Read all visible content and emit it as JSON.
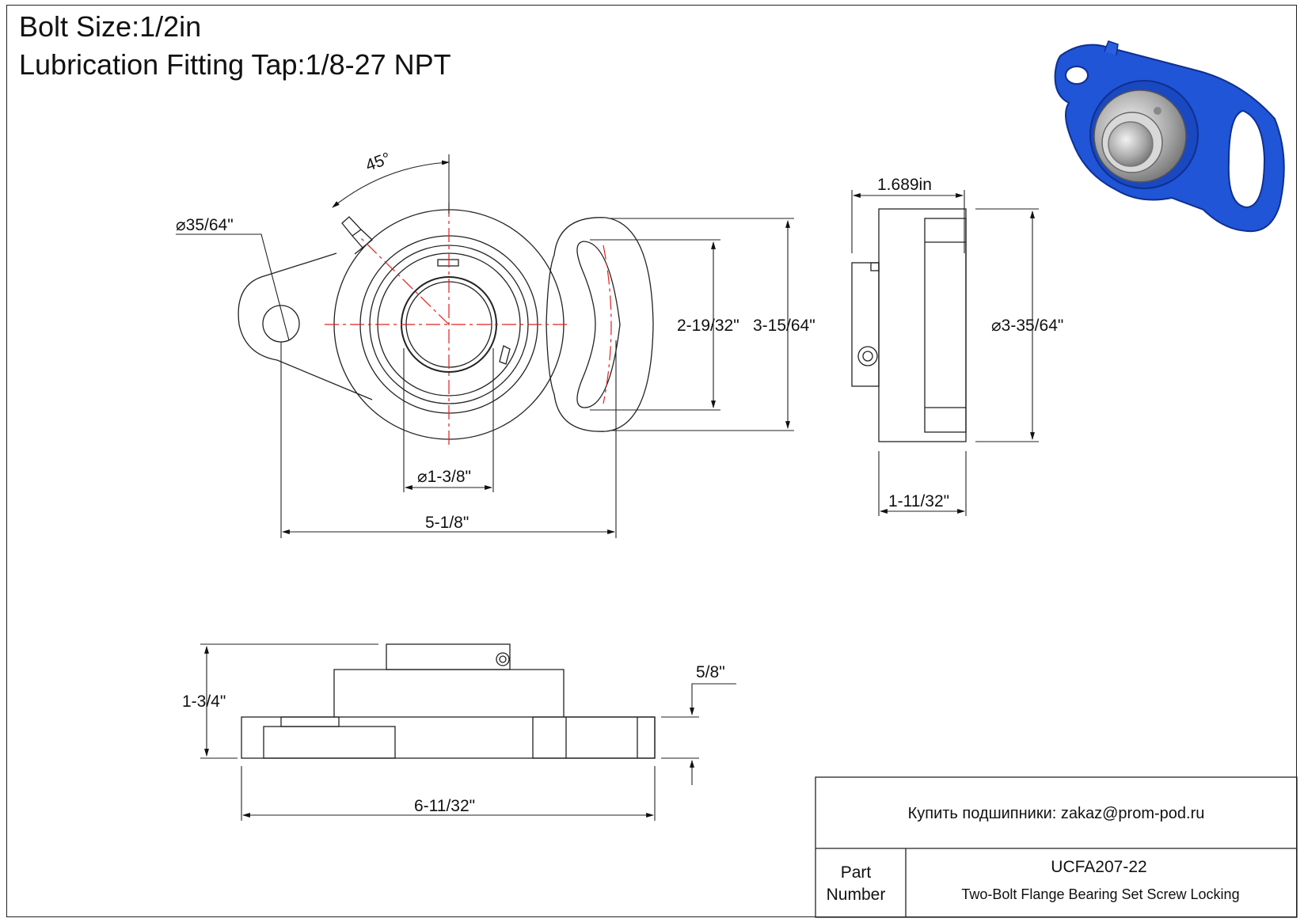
{
  "specs": {
    "bolt_size": "Bolt Size:1/2in",
    "lubrication": "Lubrication Fitting Tap:1/8-27 NPT"
  },
  "dimensions": {
    "angle": "45°",
    "bolt_hole_dia": "35/64\"",
    "bore_dia": "1-3/8\"",
    "bolt_spacing": "5-1/8\"",
    "slot_height": "2-19/32\"",
    "flange_height": "3-15/64\"",
    "side_depth": "1.689in",
    "housing_dia": "3-35/64\"",
    "housing_width": "1-11/32\"",
    "total_height": "1-3/4\"",
    "flange_thickness": "5/8\"",
    "total_length": "6-11/32\""
  },
  "title_block": {
    "contact": "Купить подшипники: zakaz@prom-pod.ru",
    "part_label_line1": "Part",
    "part_label_line2": "Number",
    "part_number": "UCFA207-22",
    "description": "Two-Bolt Flange Bearing Set Screw Locking"
  },
  "colors": {
    "housing_blue": "#1f55d6",
    "center_line_red": "#e02020",
    "line": "#222222"
  }
}
